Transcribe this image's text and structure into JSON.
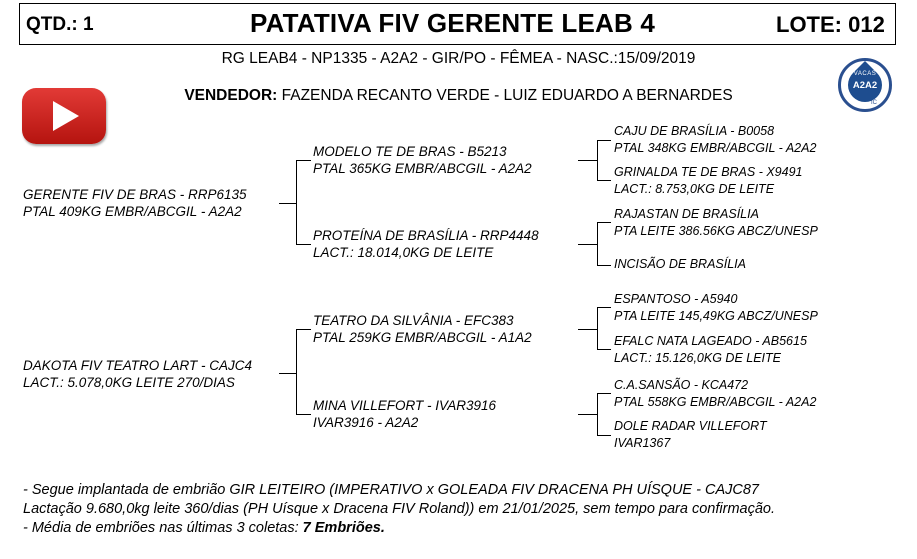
{
  "header": {
    "qtd": "QTD.: 1",
    "title": "PATATIVA FIV GERENTE LEAB 4",
    "lote": "LOTE: 012"
  },
  "info": "RG LEAB4 - NP1335 - A2A2 - GIR/PO - FÊMEA - NASC.:15/09/2019",
  "seller": {
    "label": "VENDEDOR:",
    "value": " FAZENDA RECANTO VERDE - LUIZ EDUARDO A BERNARDES"
  },
  "badge": {
    "top": "VACAS",
    "main": "A2A2",
    "corner": "IC"
  },
  "icons": {
    "video": "play-icon",
    "badge": "a2a2-badge-icon"
  },
  "pedigree": {
    "sire": {
      "name": "GERENTE FIV DE BRAS - RRP6135",
      "detail": "PTAL 409KG EMBR/ABCGIL - A2A2",
      "sire": {
        "name": "MODELO TE DE BRAS - B5213",
        "detail": "PTAL 365KG EMBR/ABCGIL - A2A2",
        "sire": {
          "name": "CAJU DE BRASÍLIA - B0058",
          "detail": "PTAL 348KG EMBR/ABCGIL - A2A2"
        },
        "dam": {
          "name": "GRINALDA TE DE BRAS - X9491",
          "detail": "LACT.: 8.753,0KG DE LEITE"
        }
      },
      "dam": {
        "name": "PROTEÍNA DE BRASÍLIA - RRP4448",
        "detail": "LACT.: 18.014,0KG DE LEITE",
        "sire": {
          "name": "RAJASTAN DE BRASÍLIA",
          "detail": "PTA LEITE 386.56KG ABCZ/UNESP"
        },
        "dam": {
          "name": "INCISÃO DE BRASÍLIA",
          "detail": ""
        }
      }
    },
    "dam": {
      "name": "DAKOTA FIV TEATRO LART - CAJC4",
      "detail": "LACT.: 5.078,0KG LEITE 270/DIAS",
      "sire": {
        "name": "TEATRO DA SILVÂNIA - EFC383",
        "detail": "PTAL 259KG EMBR/ABCGIL - A1A2",
        "sire": {
          "name": "ESPANTOSO - A5940",
          "detail": "PTA LEITE 145,49KG ABCZ/UNESP"
        },
        "dam": {
          "name": "EFALC NATA LAGEADO - AB5615",
          "detail": "LACT.: 15.126,0KG DE LEITE"
        }
      },
      "dam": {
        "name": "MINA VILLEFORT - IVAR3916",
        "detail": "IVAR3916 - A2A2",
        "sire": {
          "name": "C.A.SANSÃO - KCA472",
          "detail": "PTAL 558KG EMBR/ABCGIL - A2A2"
        },
        "dam": {
          "name": "DOLE RADAR VILLEFORT",
          "detail": "IVAR1367"
        }
      }
    }
  },
  "footer": {
    "line1": "- Segue implantada de embrião GIR LEITEIRO (IMPERATIVO x GOLEADA FIV DRACENA PH UÍSQUE - CAJC87",
    "line2": "Lactação 9.680,0kg leite 360/dias (PH Uísque x Dracena FIV Roland)) em 21/01/2025, sem tempo para confirmação.",
    "line3_prefix": "- Média de embriões nas últimas 3 coletas: ",
    "line3_bold": "7 Embriões."
  }
}
